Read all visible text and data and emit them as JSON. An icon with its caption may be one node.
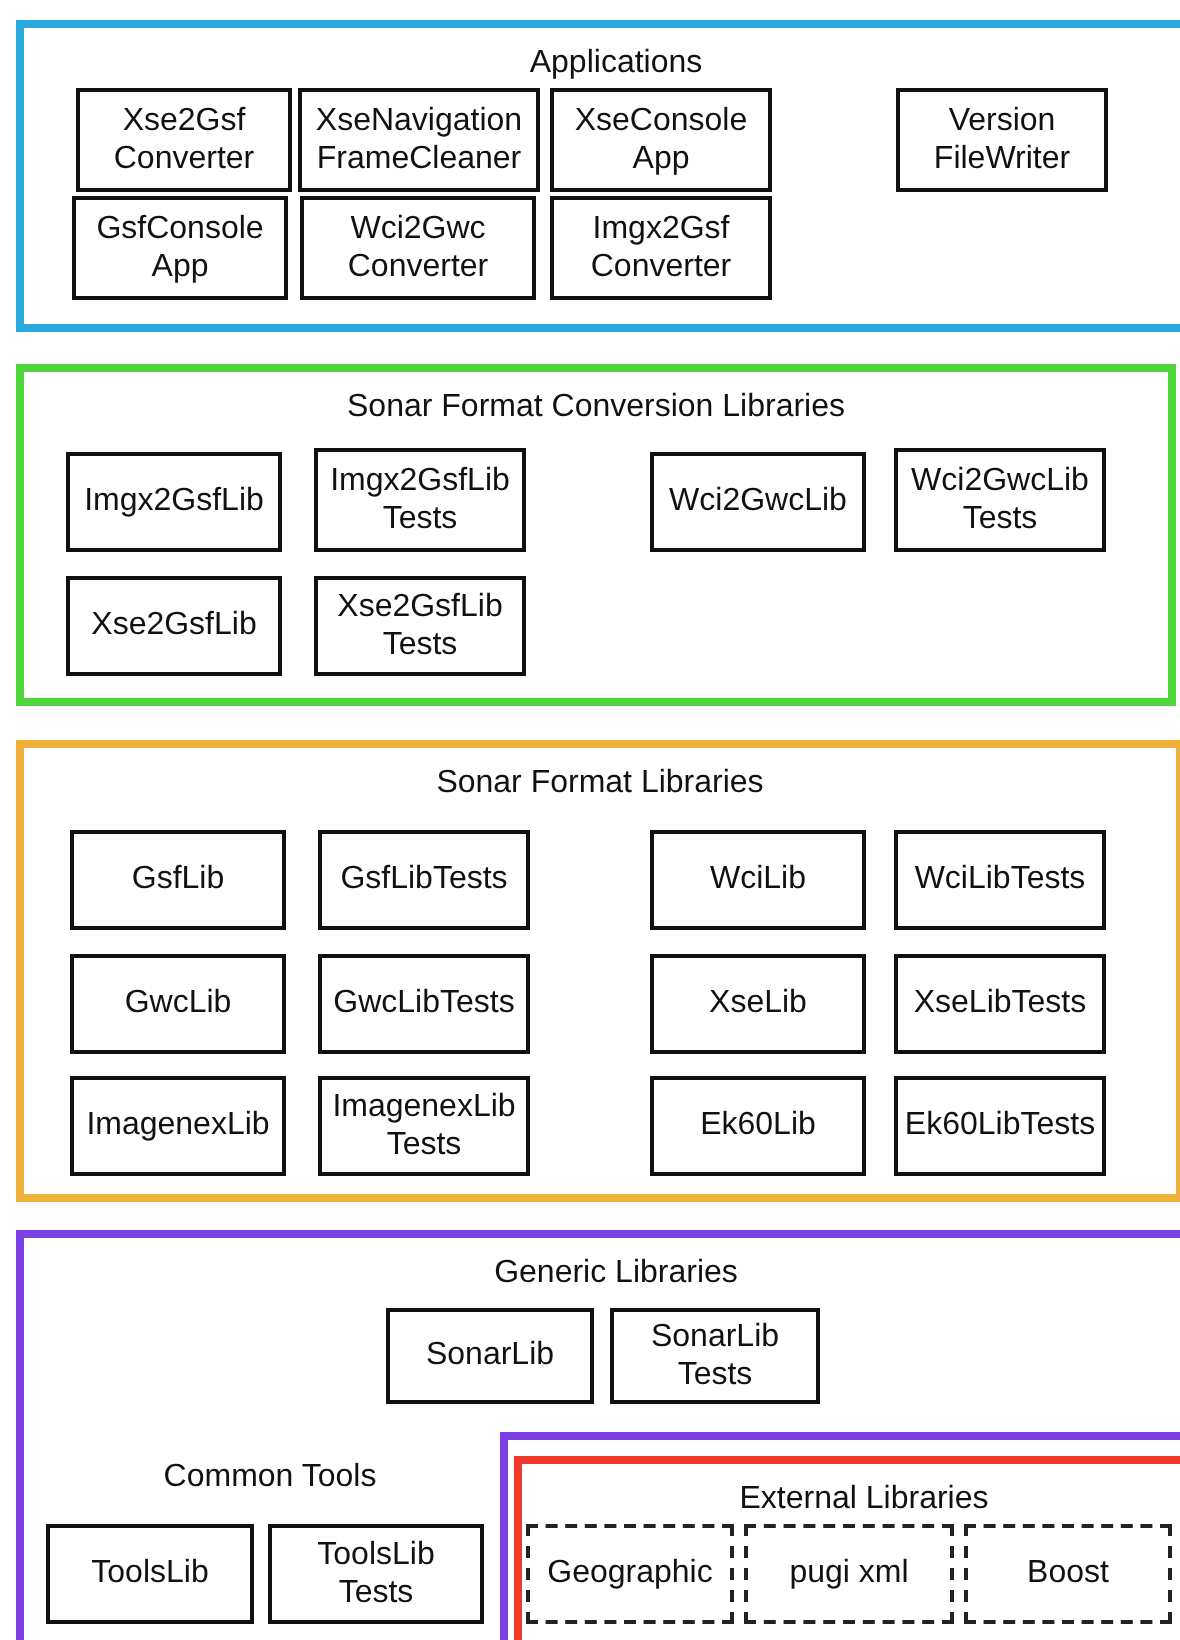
{
  "diagram": {
    "nodes": [
      {
        "text": [
          "Applications"
        ]
      },
      {
        "text": [
          "Xse2Gsf Converter"
        ],
        "in": 0
      },
      {
        "text": [
          "XseNavigation FrameCleaner"
        ],
        "in": 0
      },
      {
        "text": [
          "XseConsole App"
        ],
        "in": 0
      },
      {
        "text": [
          "Version FileWriter"
        ],
        "in": 0
      },
      {
        "text": [
          "GsfConsole App"
        ],
        "in": 0
      },
      {
        "text": [
          "Wci2Gwc Converter"
        ],
        "in": 0
      },
      {
        "text": [
          "Imgx2Gsf Converter"
        ],
        "in": 0
      },
      {
        "text": [
          "Sonar Format Conversion Libraries"
        ]
      },
      {
        "text": [
          "Imgx2GsfLib"
        ],
        "in": 8
      },
      {
        "text": [
          "Imgx2GsfLib Tests"
        ],
        "in": 8
      },
      {
        "text": [
          "Wci2GwcLib"
        ],
        "in": 8
      },
      {
        "text": [
          "Wci2GwcLib Tests"
        ],
        "in": 8
      },
      {
        "text": [
          "Xse2GsfLib"
        ],
        "in": 8
      },
      {
        "text": [
          "Xse2GsfLib Tests"
        ],
        "in": 8
      },
      {
        "text": [
          "Sonar Format Libraries"
        ]
      },
      {
        "text": [
          "GsfLib"
        ],
        "in": 15
      },
      {
        "text": [
          "GsfLibTests"
        ],
        "in": 15
      },
      {
        "text": [
          "WciLib"
        ],
        "in": 15
      },
      {
        "text": [
          "WciLibTests"
        ],
        "in": 15
      },
      {
        "text": [
          "GwcLib"
        ],
        "in": 15
      },
      {
        "text": [
          "GwcLibTests"
        ],
        "in": 15
      },
      {
        "text": [
          "XseLib"
        ],
        "in": 15
      },
      {
        "text": [
          "XseLibTests"
        ],
        "in": 15
      },
      {
        "text": [
          "ImagenexLib"
        ],
        "in": 15
      },
      {
        "text": [
          "ImagenexLib Tests"
        ],
        "in": 15
      },
      {
        "text": [
          "Ek60Lib"
        ],
        "in": 15
      },
      {
        "text": [
          "Ek60LibTests"
        ],
        "in": 15
      },
      {
        "text": [
          "Generic Libraries"
        ]
      },
      {
        "text": [
          "SonarLib"
        ],
        "in": 28
      },
      {
        "text": [
          "SonarLib Tests"
        ],
        "in": 28
      },
      {
        "text": [
          "ToolsLib"
        ],
        "in": 28
      },
      {
        "text": [
          "ToolsLib Tests"
        ],
        "in": 28
      },
      {
        "text": [],
        "shape": "box",
        "in": 28
      },
      {
        "text": [
          "External Libraries"
        ],
        "in": 33
      },
      {
        "text": [
          "Geographic"
        ],
        "in": 34
      },
      {
        "text": [
          "pugi xml"
        ],
        "in": 34
      },
      {
        "text": [
          "Boost"
        ],
        "in": 34
      }
    ],
    "labels": [
      "Common Tools"
    ]
  }
}
